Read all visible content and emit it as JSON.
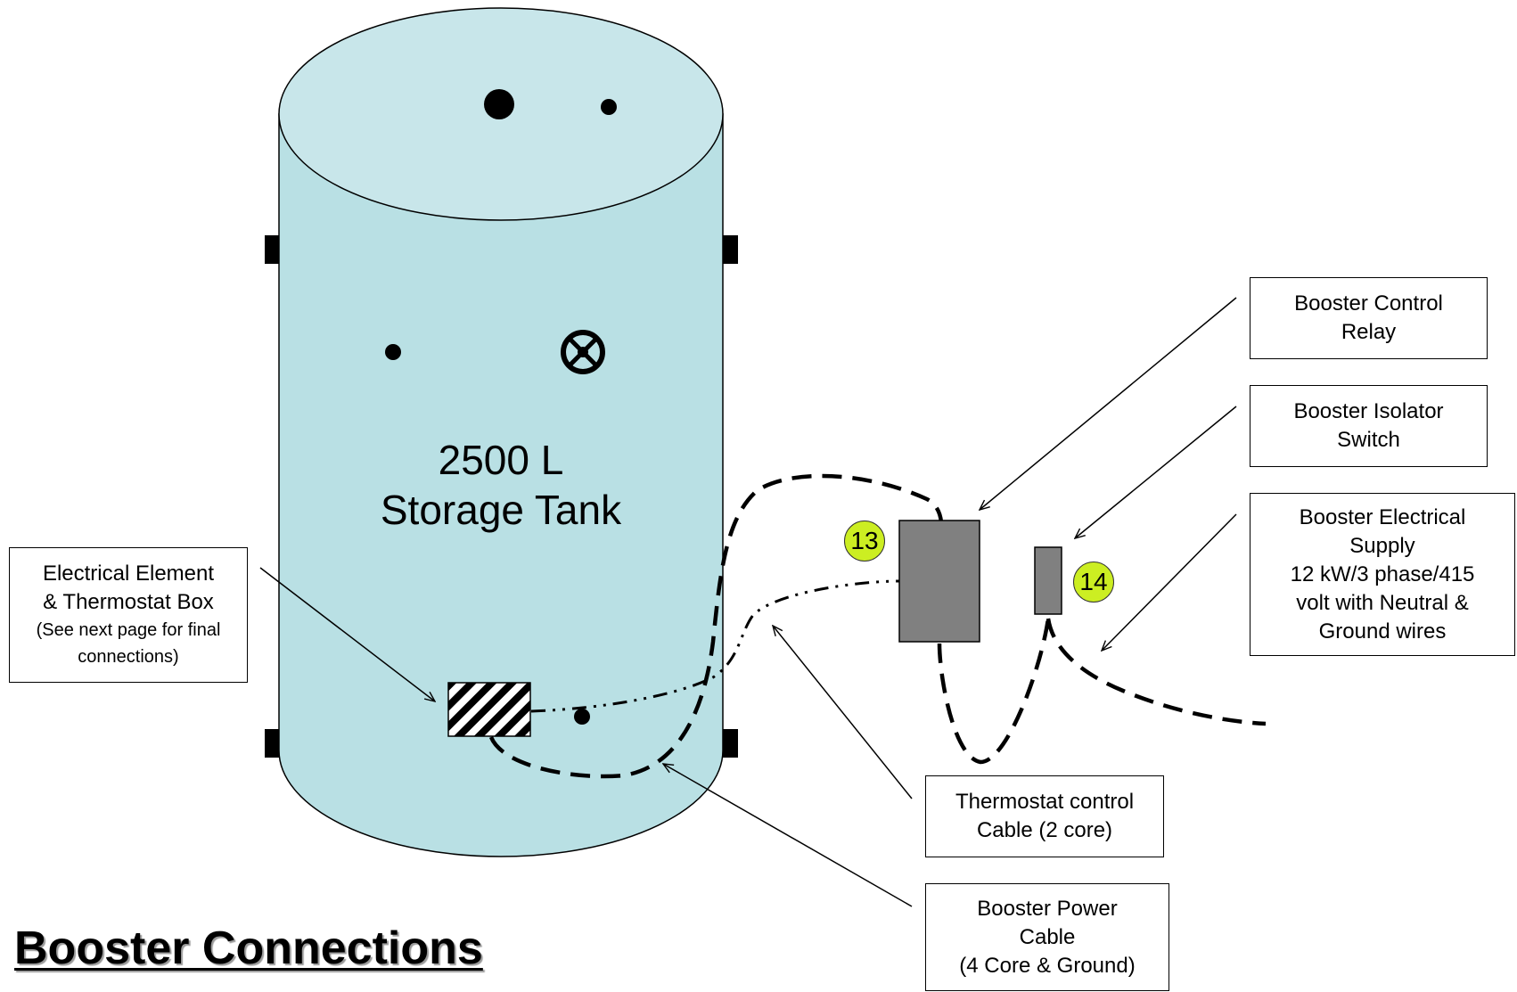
{
  "title": "Booster Connections",
  "tank": {
    "capacity": "2500 L",
    "name": "Storage Tank",
    "fill_color": "#b9e0e4",
    "top_color": "#c8e6ea"
  },
  "badges": {
    "relay_number": "13",
    "isolator_number": "14",
    "color": "#ccee22"
  },
  "labels": {
    "element_box": {
      "line1": "Electrical Element",
      "line2": "& Thermostat Box",
      "line3": "(See next page for final",
      "line4": "connections)"
    },
    "control_relay": {
      "line1": "Booster Control",
      "line2": "Relay"
    },
    "isolator_switch": {
      "line1": "Booster Isolator",
      "line2": "Switch"
    },
    "electrical_supply": {
      "line1": "Booster Electrical",
      "line2": "Supply",
      "line3": "12 kW/3 phase/415",
      "line4": "volt with Neutral &",
      "line5": "Ground wires"
    },
    "thermostat_cable": {
      "line1": "Thermostat control",
      "line2": "Cable (2 core)"
    },
    "power_cable": {
      "line1": "Booster Power",
      "line2": "Cable",
      "line3": "(4 Core & Ground)"
    }
  },
  "colors": {
    "relay_box": "#808080",
    "isolator_box": "#808080"
  }
}
